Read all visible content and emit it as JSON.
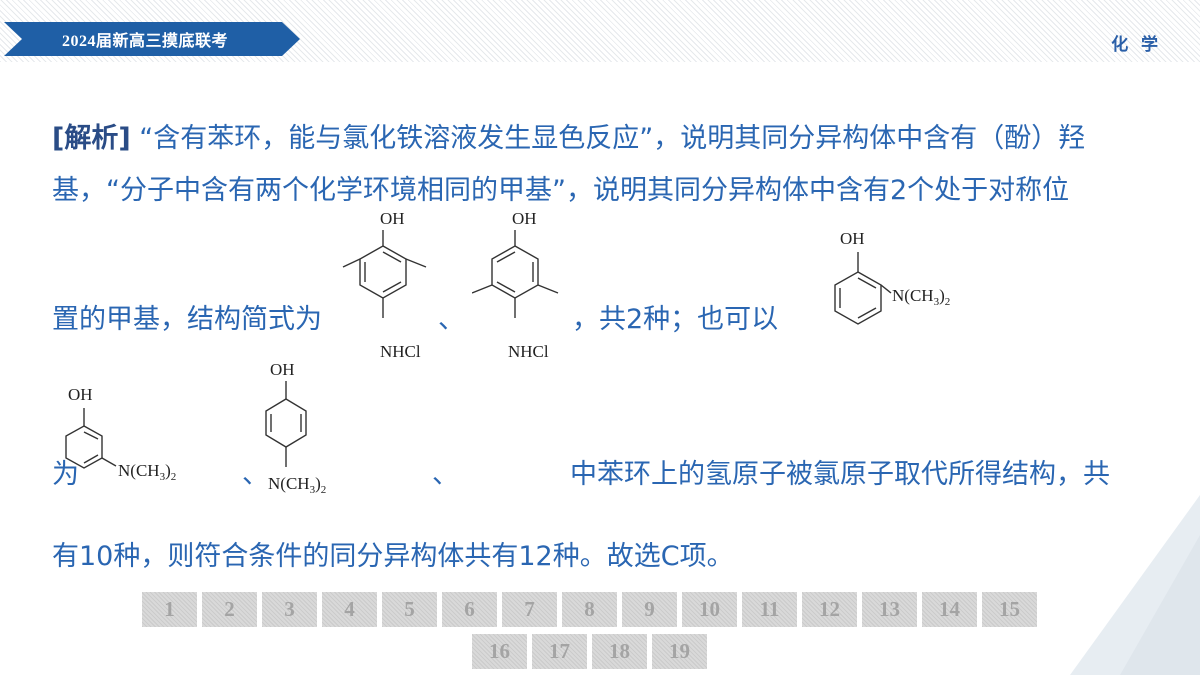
{
  "header": {
    "banner_title": "2024届新高三摸底联考",
    "subject": "化 学"
  },
  "content": {
    "line1_tag": "[解析]",
    "line1_text": " “含有苯环，能与氯化铁溶液发生显色反应”，说明其同分异构体中含有（酚）羟",
    "line2": "基，“分子中含有两个化学环境相同的甲基”，说明其同分异构体中含有2个处于对称位",
    "line3_a": "置的甲基，结构简式为",
    "sep1": "、",
    "line3_b": "，共2种；也可以",
    "line4_a": "为",
    "sep2": "、",
    "sep3": "、",
    "line4_b": "中苯环上的氢原子被氯原子取代所得结构，共",
    "line5": "有10种，则符合条件的同分异构体共有12种。故选C项。"
  },
  "molecules": {
    "oh": "OH",
    "nhcl": "NHCl",
    "nme2": "N(CH",
    "sub3": "3",
    "close": ")",
    "sub2": "2"
  },
  "pagination": {
    "row1": [
      "1",
      "2",
      "3",
      "4",
      "5",
      "6",
      "7",
      "8",
      "9",
      "10",
      "11",
      "12",
      "13",
      "14",
      "15"
    ],
    "row2": [
      "16",
      "17",
      "18",
      "19"
    ]
  },
  "colors": {
    "banner": "#1f5fa6",
    "text": "#2a66b2",
    "tag": "#2a4c86"
  }
}
